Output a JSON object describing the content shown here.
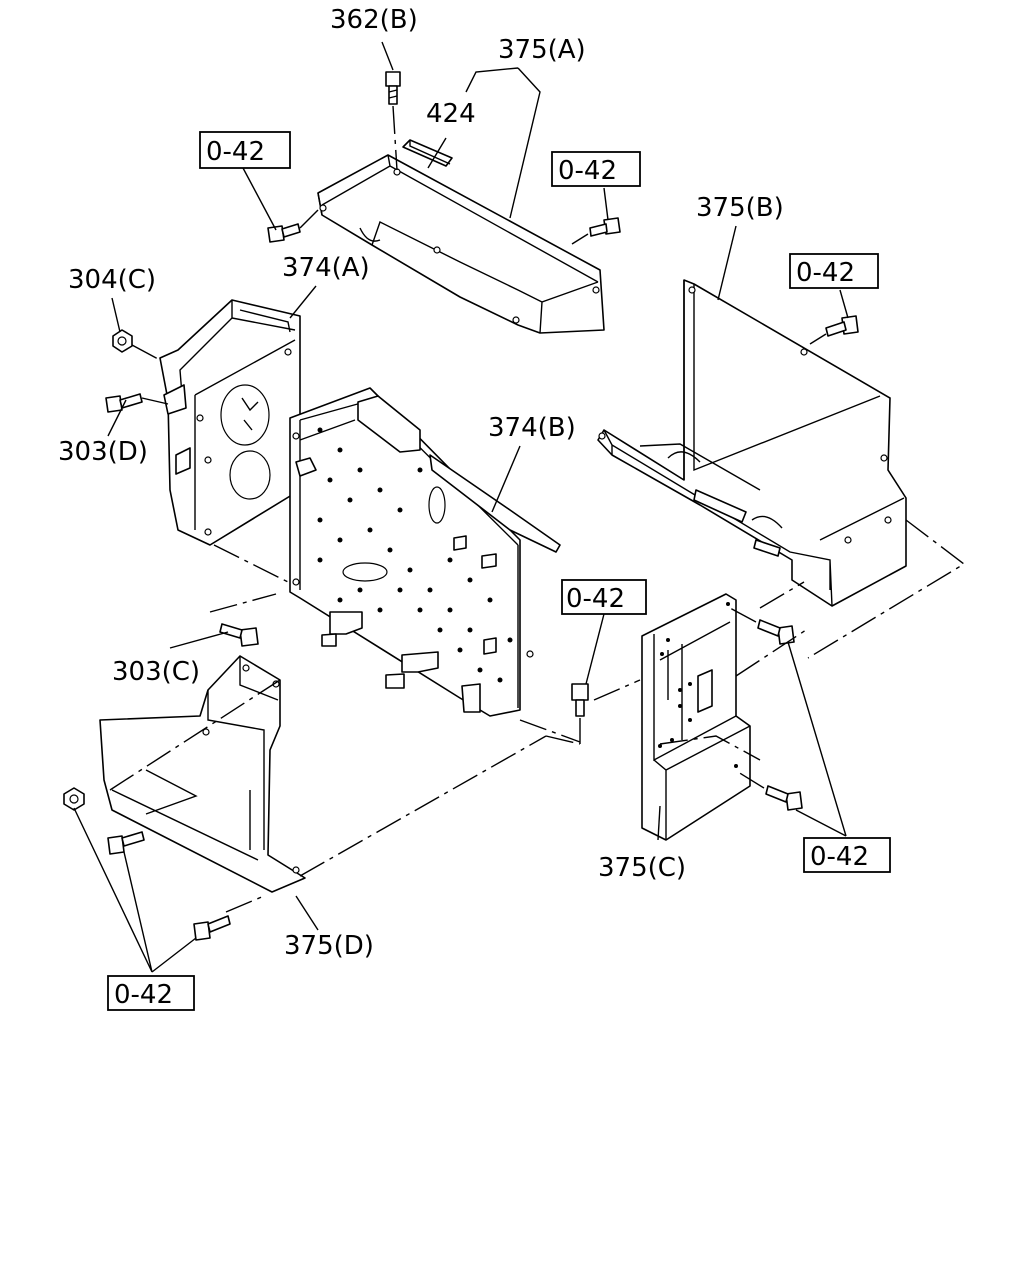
{
  "labels": {
    "l362b": "362(B)",
    "l375a": "375(A)",
    "l424": "424",
    "l375b": "375(B)",
    "l304c": "304(C)",
    "l374a": "374(A)",
    "l303d": "303(D)",
    "l374b": "374(B)",
    "l303c": "303(C)",
    "l375c": "375(C)",
    "l375d": "375(D)"
  },
  "refs": {
    "r1": "0-42",
    "r2": "0-42",
    "r3": "0-42",
    "r4": "0-42",
    "r5": "0-42",
    "r6": "0-42"
  }
}
